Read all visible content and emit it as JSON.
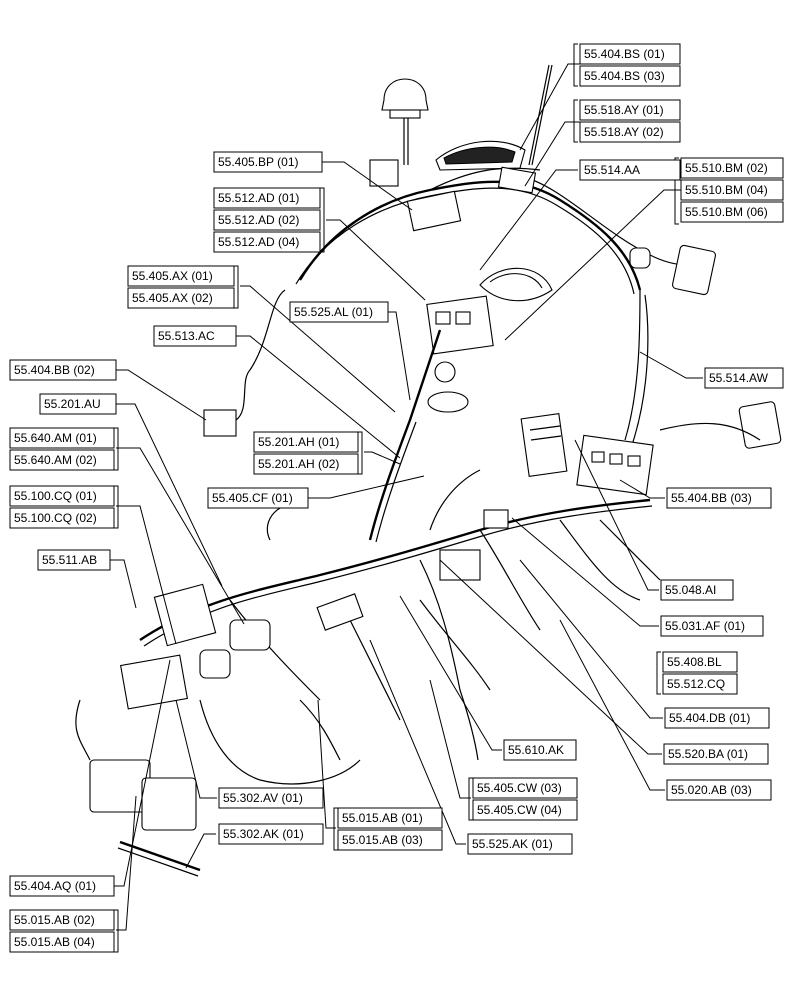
{
  "labels": [
    {
      "id": "l01",
      "text": "55.404.BS (01)"
    },
    {
      "id": "l02",
      "text": "55.404.BS (03)"
    },
    {
      "id": "l03",
      "text": "55.518.AY (01)"
    },
    {
      "id": "l04",
      "text": "55.518.AY (02)"
    },
    {
      "id": "l05",
      "text": "55.405.BP (01)"
    },
    {
      "id": "l06",
      "text": "55.514.AA"
    },
    {
      "id": "l07",
      "text": "55.510.BM (02)"
    },
    {
      "id": "l08",
      "text": "55.510.BM (04)"
    },
    {
      "id": "l09",
      "text": "55.510.BM (06)"
    },
    {
      "id": "l10",
      "text": "55.512.AD (01)"
    },
    {
      "id": "l11",
      "text": "55.512.AD (02)"
    },
    {
      "id": "l12",
      "text": "55.512.AD (04)"
    },
    {
      "id": "l13",
      "text": "55.405.AX (01)"
    },
    {
      "id": "l14",
      "text": "55.405.AX (02)"
    },
    {
      "id": "l15",
      "text": "55.525.AL (01)"
    },
    {
      "id": "l16",
      "text": "55.513.AC"
    },
    {
      "id": "l17",
      "text": "55.404.BB (02)"
    },
    {
      "id": "l18",
      "text": "55.514.AW"
    },
    {
      "id": "l19",
      "text": "55.201.AU"
    },
    {
      "id": "l20",
      "text": "55.640.AM (01)"
    },
    {
      "id": "l21",
      "text": "55.640.AM (02)"
    },
    {
      "id": "l22",
      "text": "55.201.AH (01)"
    },
    {
      "id": "l23",
      "text": "55.201.AH (02)"
    },
    {
      "id": "l24",
      "text": "55.405.CF (01)"
    },
    {
      "id": "l25",
      "text": "55.404.BB (03)"
    },
    {
      "id": "l26",
      "text": "55.100.CQ (01)"
    },
    {
      "id": "l27",
      "text": "55.100.CQ (02)"
    },
    {
      "id": "l28",
      "text": "55.511.AB"
    },
    {
      "id": "l29",
      "text": "55.048.AI"
    },
    {
      "id": "l30",
      "text": "55.031.AF (01)"
    },
    {
      "id": "l31",
      "text": "55.408.BL"
    },
    {
      "id": "l32",
      "text": "55.512.CQ"
    },
    {
      "id": "l33",
      "text": "55.404.DB (01)"
    },
    {
      "id": "l34",
      "text": "55.610.AK"
    },
    {
      "id": "l35",
      "text": "55.520.BA (01)"
    },
    {
      "id": "l36",
      "text": "55.405.CW (03)"
    },
    {
      "id": "l37",
      "text": "55.405.CW (04)"
    },
    {
      "id": "l38",
      "text": "55.020.AB (03)"
    },
    {
      "id": "l39",
      "text": "55.302.AV (01)"
    },
    {
      "id": "l40",
      "text": "55.015.AB (01)"
    },
    {
      "id": "l41",
      "text": "55.015.AB (03)"
    },
    {
      "id": "l42",
      "text": "55.302.AK (01)"
    },
    {
      "id": "l43",
      "text": "55.525.AK (01)"
    },
    {
      "id": "l44",
      "text": "55.404.AQ (01)"
    },
    {
      "id": "l45",
      "text": "55.015.AB (02)"
    },
    {
      "id": "l46",
      "text": "55.015.AB (04)"
    }
  ]
}
